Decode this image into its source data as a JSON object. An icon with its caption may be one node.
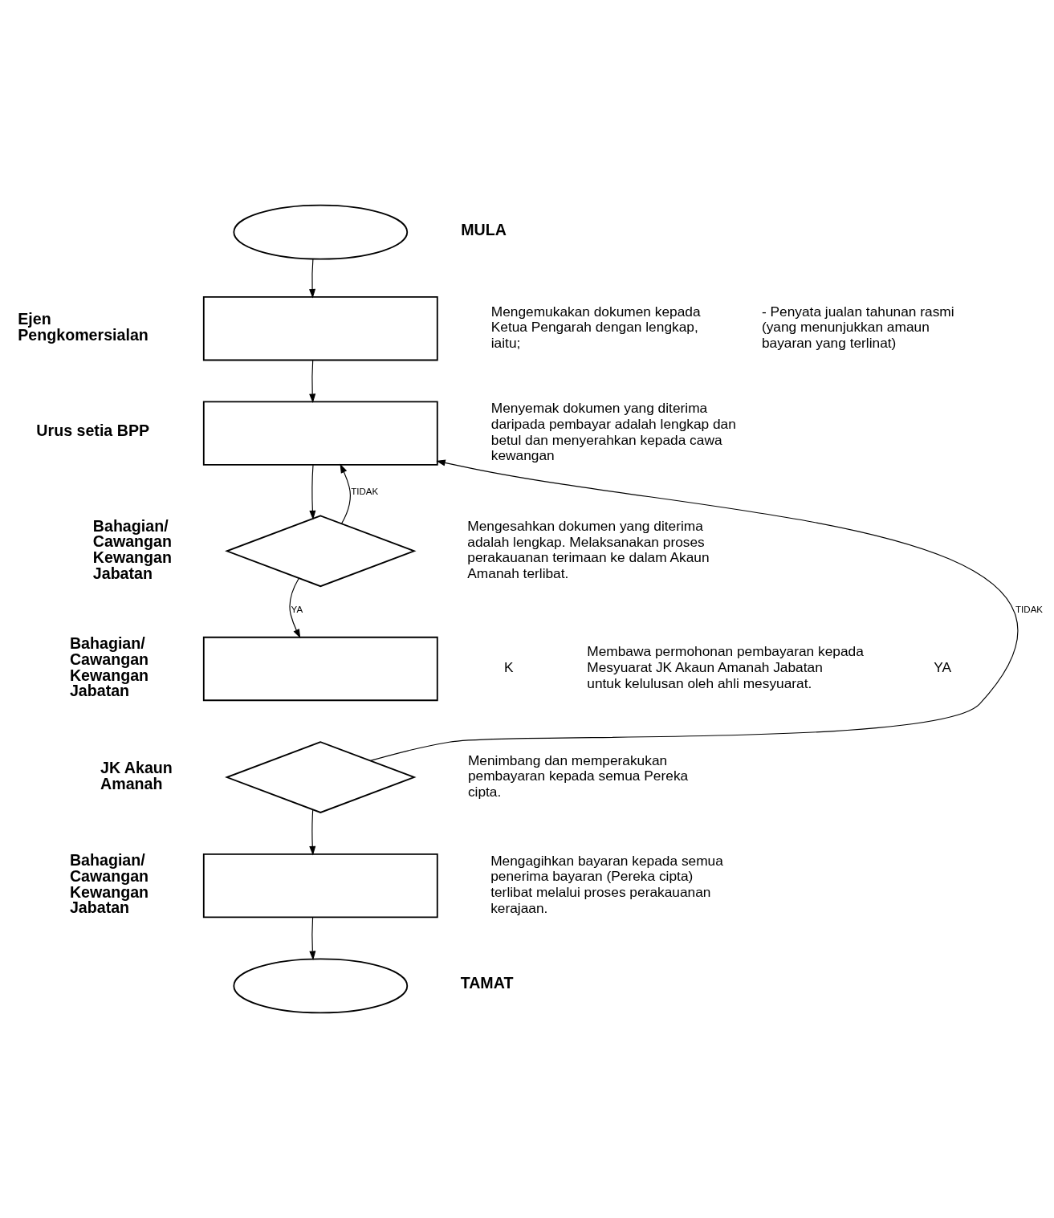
{
  "diagram": {
    "nodes": [
      {
        "text": [],
        "shape": "ellipse"
      },
      {
        "text": [],
        "shape": "box"
      },
      {
        "text": [],
        "shape": "box"
      },
      {
        "text": [],
        "shape": "diamond"
      },
      {
        "text": [],
        "shape": "box"
      },
      {
        "text": [],
        "shape": "diamond"
      },
      {
        "text": [],
        "shape": "box"
      },
      {
        "text": [],
        "shape": "ellipse"
      }
    ],
    "edges": [
      {
        "from": 0,
        "to": 1,
        "arrow": "to"
      },
      {
        "from": 1,
        "to": 2,
        "arrow": "to"
      },
      {
        "from": 2,
        "to": 3,
        "arrow": "to"
      },
      {
        "from": 3,
        "to": 2,
        "arrow": "to",
        "label": "TIDAK"
      },
      {
        "from": 3,
        "to": 4,
        "arrow": "to",
        "label": "YA"
      },
      {
        "from": 5,
        "to": 2,
        "arrow": "to",
        "label": "TIDAK"
      },
      {
        "from": 5,
        "to": 6,
        "arrow": "to"
      },
      {
        "from": 6,
        "to": 7,
        "arrow": "to"
      }
    ],
    "labels": [
      "MULA",
      "Ejen Pengkomersialan",
      "Mengemukakan dokumen kepada Ketua Pengarah dengan lengkap, iaitu;",
      "- Penyata jualan tahunan rasmi (yang menunjukkan amaun bayaran yang terlinat)",
      "Urus setia BPP",
      "Menyemak dokumen yang diterima daripada pembayar adalah lengkap dan betul dan menyerahkan kepada cawa kewangan",
      "Bahagian/ Cawangan Kewangan Jabatan",
      "Mengesahkan dokumen yang diterima adalah lengkap. Melaksanakan proses perakauanan terimaan ke dalam Akaun Amanah terlibat.",
      "Bahagian/ Cawangan Kewangan Jabatan",
      "K",
      "Membawa permohonan pembayaran kepada Mesyuarat JK Akaun Amanah Jabatan untuk kelulusan oleh ahli mesyuarat.",
      "YA",
      "JK Akaun Amanah",
      "Menimbang dan memperakukan pembayaran kepada semua Pereka cipta.",
      "Bahagian/ Cawangan Kewangan Jabatan",
      "Mengagihkan bayaran kepada semua penerima bayaran (Pereka cipta) terlibat melalui proses perakauanan kerajaan.",
      "TAMAT"
    ]
  }
}
